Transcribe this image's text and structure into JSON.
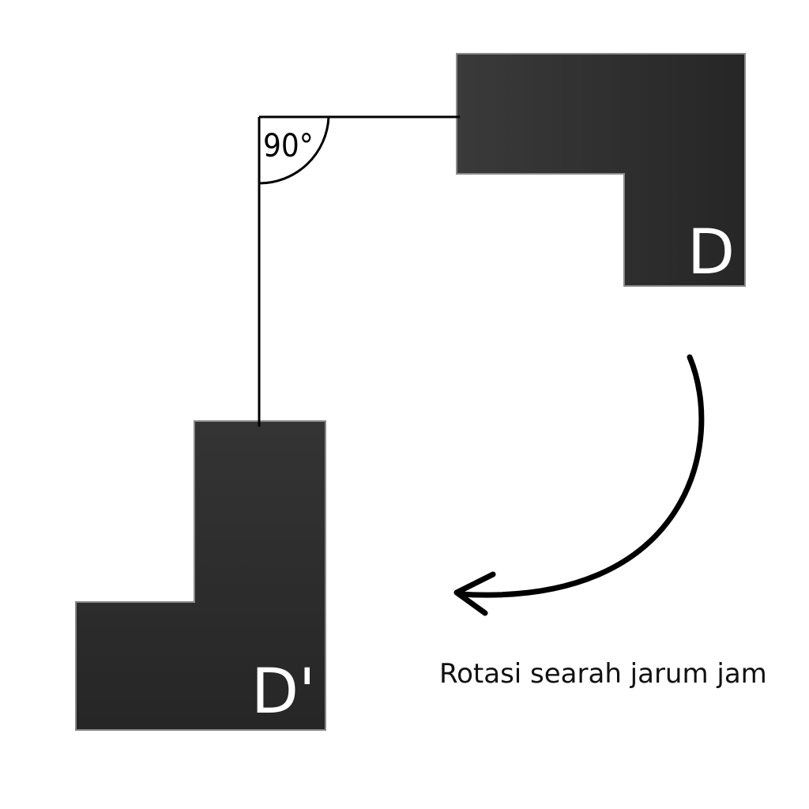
{
  "figure": {
    "original_shape": {
      "label": "D",
      "color": "#2a2a2a"
    },
    "rotated_shape": {
      "label": "D'",
      "color": "#2a2a2a"
    },
    "angle": {
      "label": "90°"
    },
    "caption": "Rotasi searah jarum jam",
    "colors": {
      "background": "#ffffff",
      "shape_fill": "#2a2a2a",
      "line": "#000000",
      "label_text": "#ffffff"
    }
  }
}
